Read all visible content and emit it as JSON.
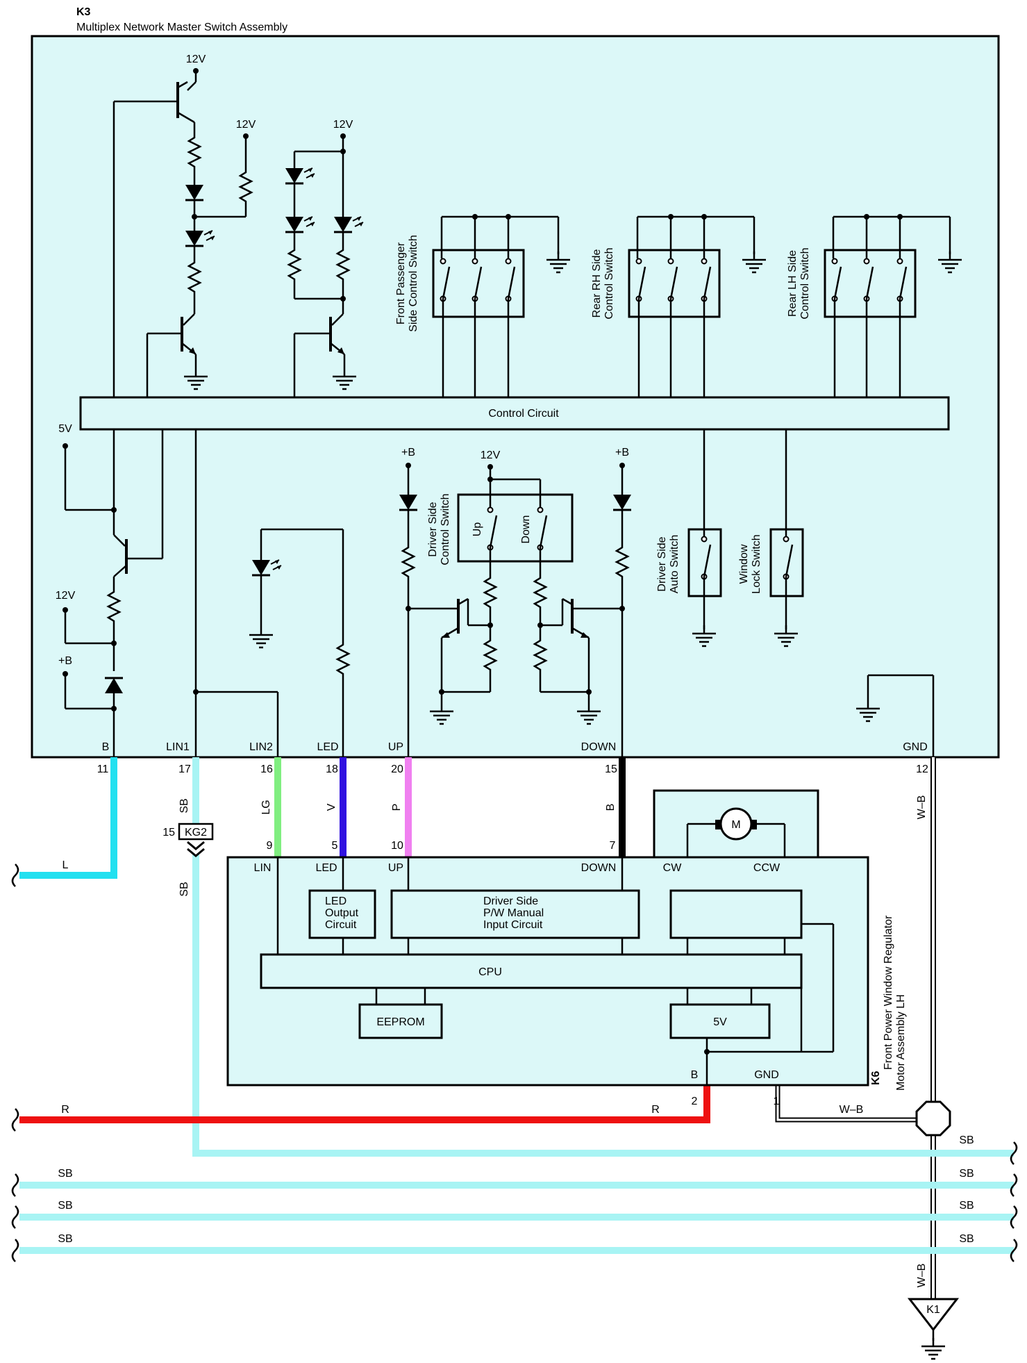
{
  "colors": {
    "fill": "#dcf8f8",
    "wire_L": "#22e0f0",
    "wire_SB": "#a8f4f4",
    "wire_LG": "#80ee80",
    "wire_V": "#3010e0",
    "wire_P": "#f080f0",
    "wire_B": "#000000",
    "wire_R": "#ee1111",
    "wire_WB": "#000000"
  },
  "k3": {
    "id": "K3",
    "name": "Multiplex Network Master Switch Assembly",
    "supply_12v": "12V",
    "supply_5v": "5V",
    "supply_b": "+B",
    "control_circuit": "Control Circuit",
    "fp_switch_1": "Front Passenger",
    "fp_switch_2": "Side Control Switch",
    "rrh_switch_1": "Rear RH Side",
    "rrh_switch_2": "Control Switch",
    "rlh_switch_1": "Rear LH Side",
    "rlh_switch_2": "Control Switch",
    "ds_switch_1": "Driver Side",
    "ds_switch_2": "Control Switch",
    "up": "Up",
    "down": "Down",
    "auto_switch_1": "Driver Side",
    "auto_switch_2": "Auto Switch",
    "lock_switch_1": "Window",
    "lock_switch_2": "Lock Switch",
    "terminals": {
      "b": "B",
      "lin1": "LIN1",
      "lin2": "LIN2",
      "led": "LED",
      "up": "UP",
      "down": "DOWN",
      "gnd": "GND"
    },
    "pins": {
      "b": "11",
      "lin1": "17",
      "lin2": "16",
      "led": "18",
      "up": "20",
      "down": "15",
      "gnd": "12"
    }
  },
  "k6": {
    "id": "K6",
    "name_1": "Front Power Window Regulator",
    "name_2": "Motor Assembly LH",
    "terminals": {
      "lin": "LIN",
      "led": "LED",
      "up": "UP",
      "down": "DOWN",
      "cw": "CW",
      "ccw": "CCW",
      "b": "B",
      "gnd": "GND"
    },
    "pins": {
      "lin": "9",
      "led": "5",
      "up": "10",
      "down": "7",
      "b": "2",
      "gnd": "1"
    },
    "led_output_1": "LED",
    "led_output_2": "Output",
    "led_output_3": "Circuit",
    "manual_input_1": "Driver Side",
    "manual_input_2": "P/W Manual",
    "manual_input_3": "Input Circuit",
    "cpu": "CPU",
    "eeprom": "EEPROM",
    "reg_5v": "5V",
    "motor": "M"
  },
  "connector": {
    "id": "KG2",
    "pin": "15"
  },
  "ground": {
    "id": "K1"
  },
  "wires": {
    "l": "L",
    "sb": "SB",
    "lg": "LG",
    "v": "V",
    "p": "P",
    "b": "B",
    "r": "R",
    "wb": "W–B"
  }
}
